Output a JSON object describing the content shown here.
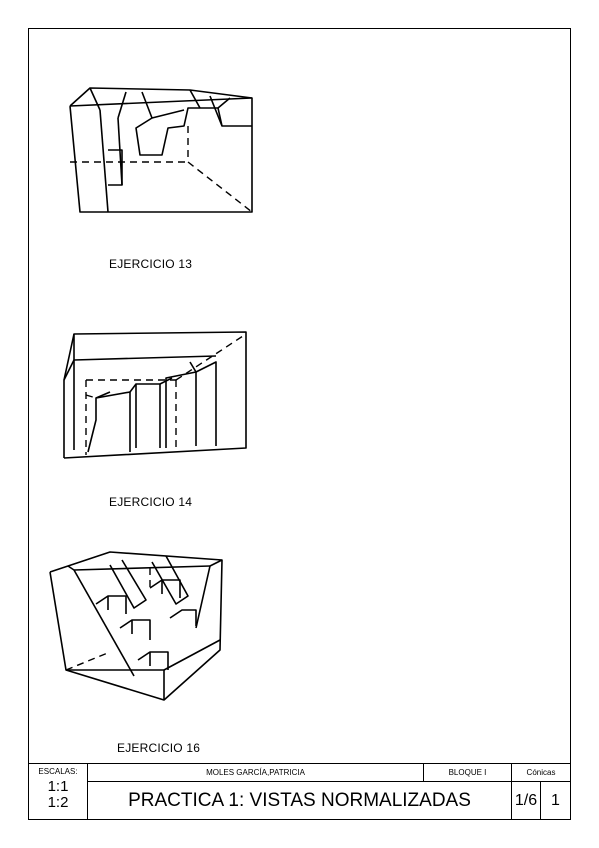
{
  "drawings": [
    {
      "id": "13",
      "caption": "EJERCICIO 13"
    },
    {
      "id": "14",
      "caption": "EJERCICIO 14"
    },
    {
      "id": "16",
      "caption": "EJERCICIO 16"
    }
  ],
  "title_block": {
    "scales_label": "ESCALAS:",
    "scale_1": "1:1",
    "scale_2": "1:2",
    "author": "MOLES GARCÍA,PATRICIA",
    "block": "BLOQUE I",
    "topic": "Cónicas",
    "title": "PRACTICA 1: VISTAS NORMALIZADAS",
    "sheet": "1/6",
    "number": "1"
  }
}
